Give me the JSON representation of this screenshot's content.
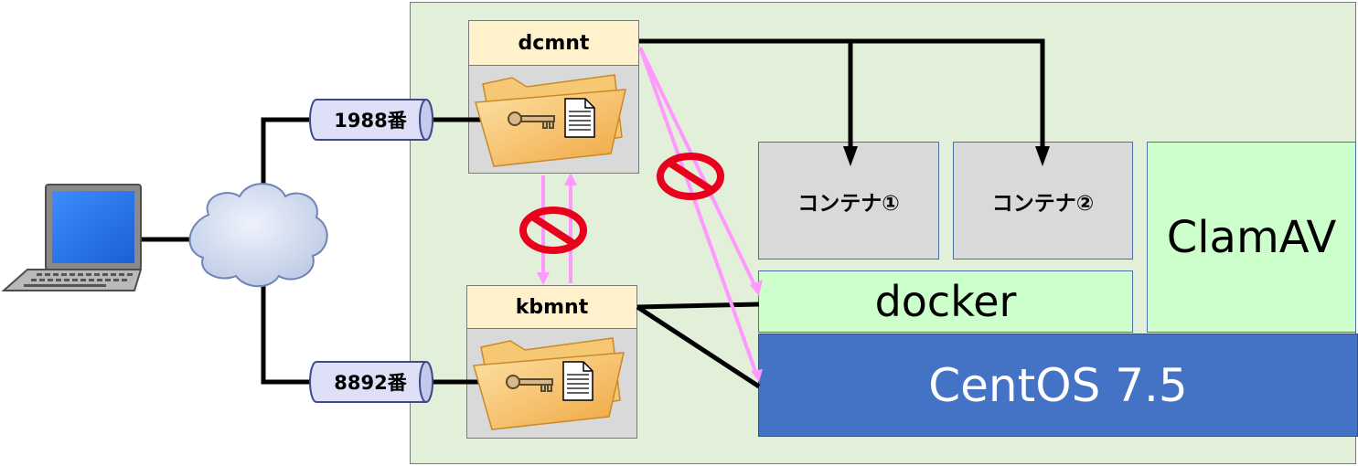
{
  "users": [
    {
      "name": "dcmnt"
    },
    {
      "name": "kbmnt"
    }
  ],
  "ports": [
    {
      "label": "1988番"
    },
    {
      "label": "8892番"
    }
  ],
  "containers": [
    {
      "label": "コンテナ①"
    },
    {
      "label": "コンテナ②"
    }
  ],
  "clamav": {
    "label": "ClamAV"
  },
  "docker": {
    "label": "docker"
  },
  "os": {
    "label": "CentOS 7.5"
  },
  "colors": {
    "server_bg": "#e2efd9",
    "user_header": "#fff1cc",
    "container_bg": "#d9d9d9",
    "green_box": "#ccffcc",
    "centos": "#4472c4",
    "access_arrow": "#ff99ff",
    "prohibited": "#e8001c",
    "cylinder": "#dde0f7"
  },
  "icons": [
    "laptop-icon",
    "cloud-icon",
    "folder-icon",
    "key-icon",
    "document-icon",
    "prohibited-icon"
  ]
}
